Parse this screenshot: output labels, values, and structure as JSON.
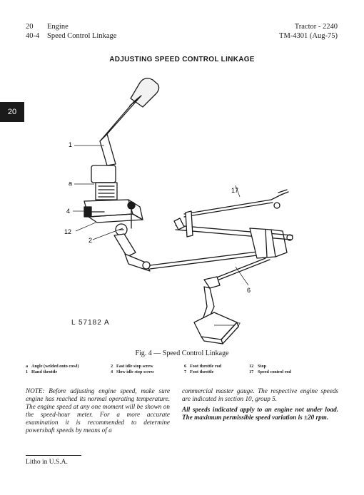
{
  "header": {
    "left_line1_num": "20",
    "left_line1_text": "Engine",
    "left_line2_num": "40-4",
    "left_line2_text": "Speed Control Linkage",
    "right_line1": "Tractor - 2240",
    "right_line2": "TM-4301 (Aug-75)"
  },
  "section_tab": "20",
  "page_title": "ADJUSTING SPEED CONTROL LINKAGE",
  "figure": {
    "callouts": {
      "c1": "1",
      "ca": "a",
      "c4": "4",
      "c12": "12",
      "c2": "2",
      "c17": "17",
      "c6": "6",
      "c7": "7"
    },
    "plate_id": "L 57182 A",
    "caption": "Fig. 4 — Speed Control Linkage"
  },
  "legend": [
    {
      "key": "a",
      "text": "Angle (welded onto cowl)"
    },
    {
      "key": "1",
      "text": "Hand throttle"
    },
    {
      "key": "2",
      "text": "Fast idle stop screw"
    },
    {
      "key": "4",
      "text": "Slow idle stop screw"
    },
    {
      "key": "6",
      "text": "Foot throttle rod"
    },
    {
      "key": "7",
      "text": "Foot throttle"
    },
    {
      "key": "12",
      "text": "Stop"
    },
    {
      "key": "17",
      "text": "Speed control rod"
    }
  ],
  "note": {
    "left": "NOTE: Before adjusting engine speed, make sure engine has reached its normal operating temperature. The engine speed at any one moment will be shown on the speed-hour meter. For a more accurate examination it is recommended to determine powershaft speeds by means of a",
    "right_p1": "commercial master gauge. The respective engine speeds are indicated in section 10, group 5.",
    "right_p2": "All speeds indicated apply to an engine not under load. The maximum permissible speed variation is ±20 rpm."
  },
  "footer": "Litho in U.S.A."
}
